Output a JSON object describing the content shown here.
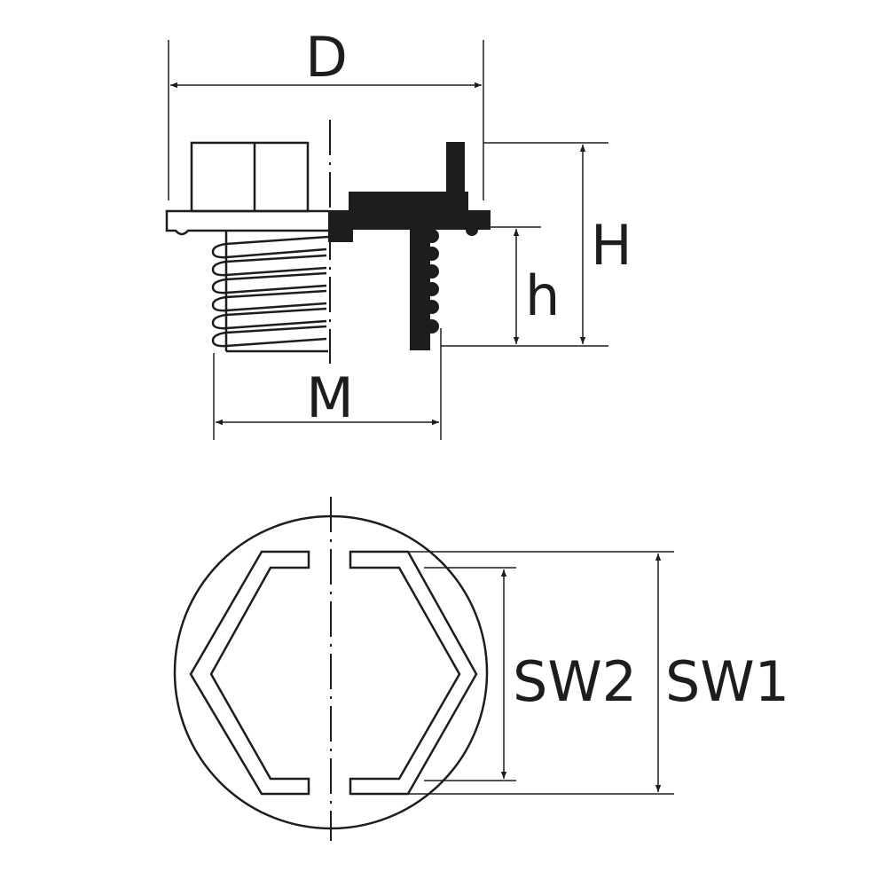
{
  "colors": {
    "ink": "#1d1d1b",
    "background": "#ffffff"
  },
  "side_view": {
    "labels": {
      "outer_diameter": "D",
      "total_height": "H",
      "thread_height": "h",
      "thread": "M"
    }
  },
  "top_view": {
    "labels": {
      "wrench_size_2": "SW2",
      "wrench_size_1": "SW1"
    }
  }
}
